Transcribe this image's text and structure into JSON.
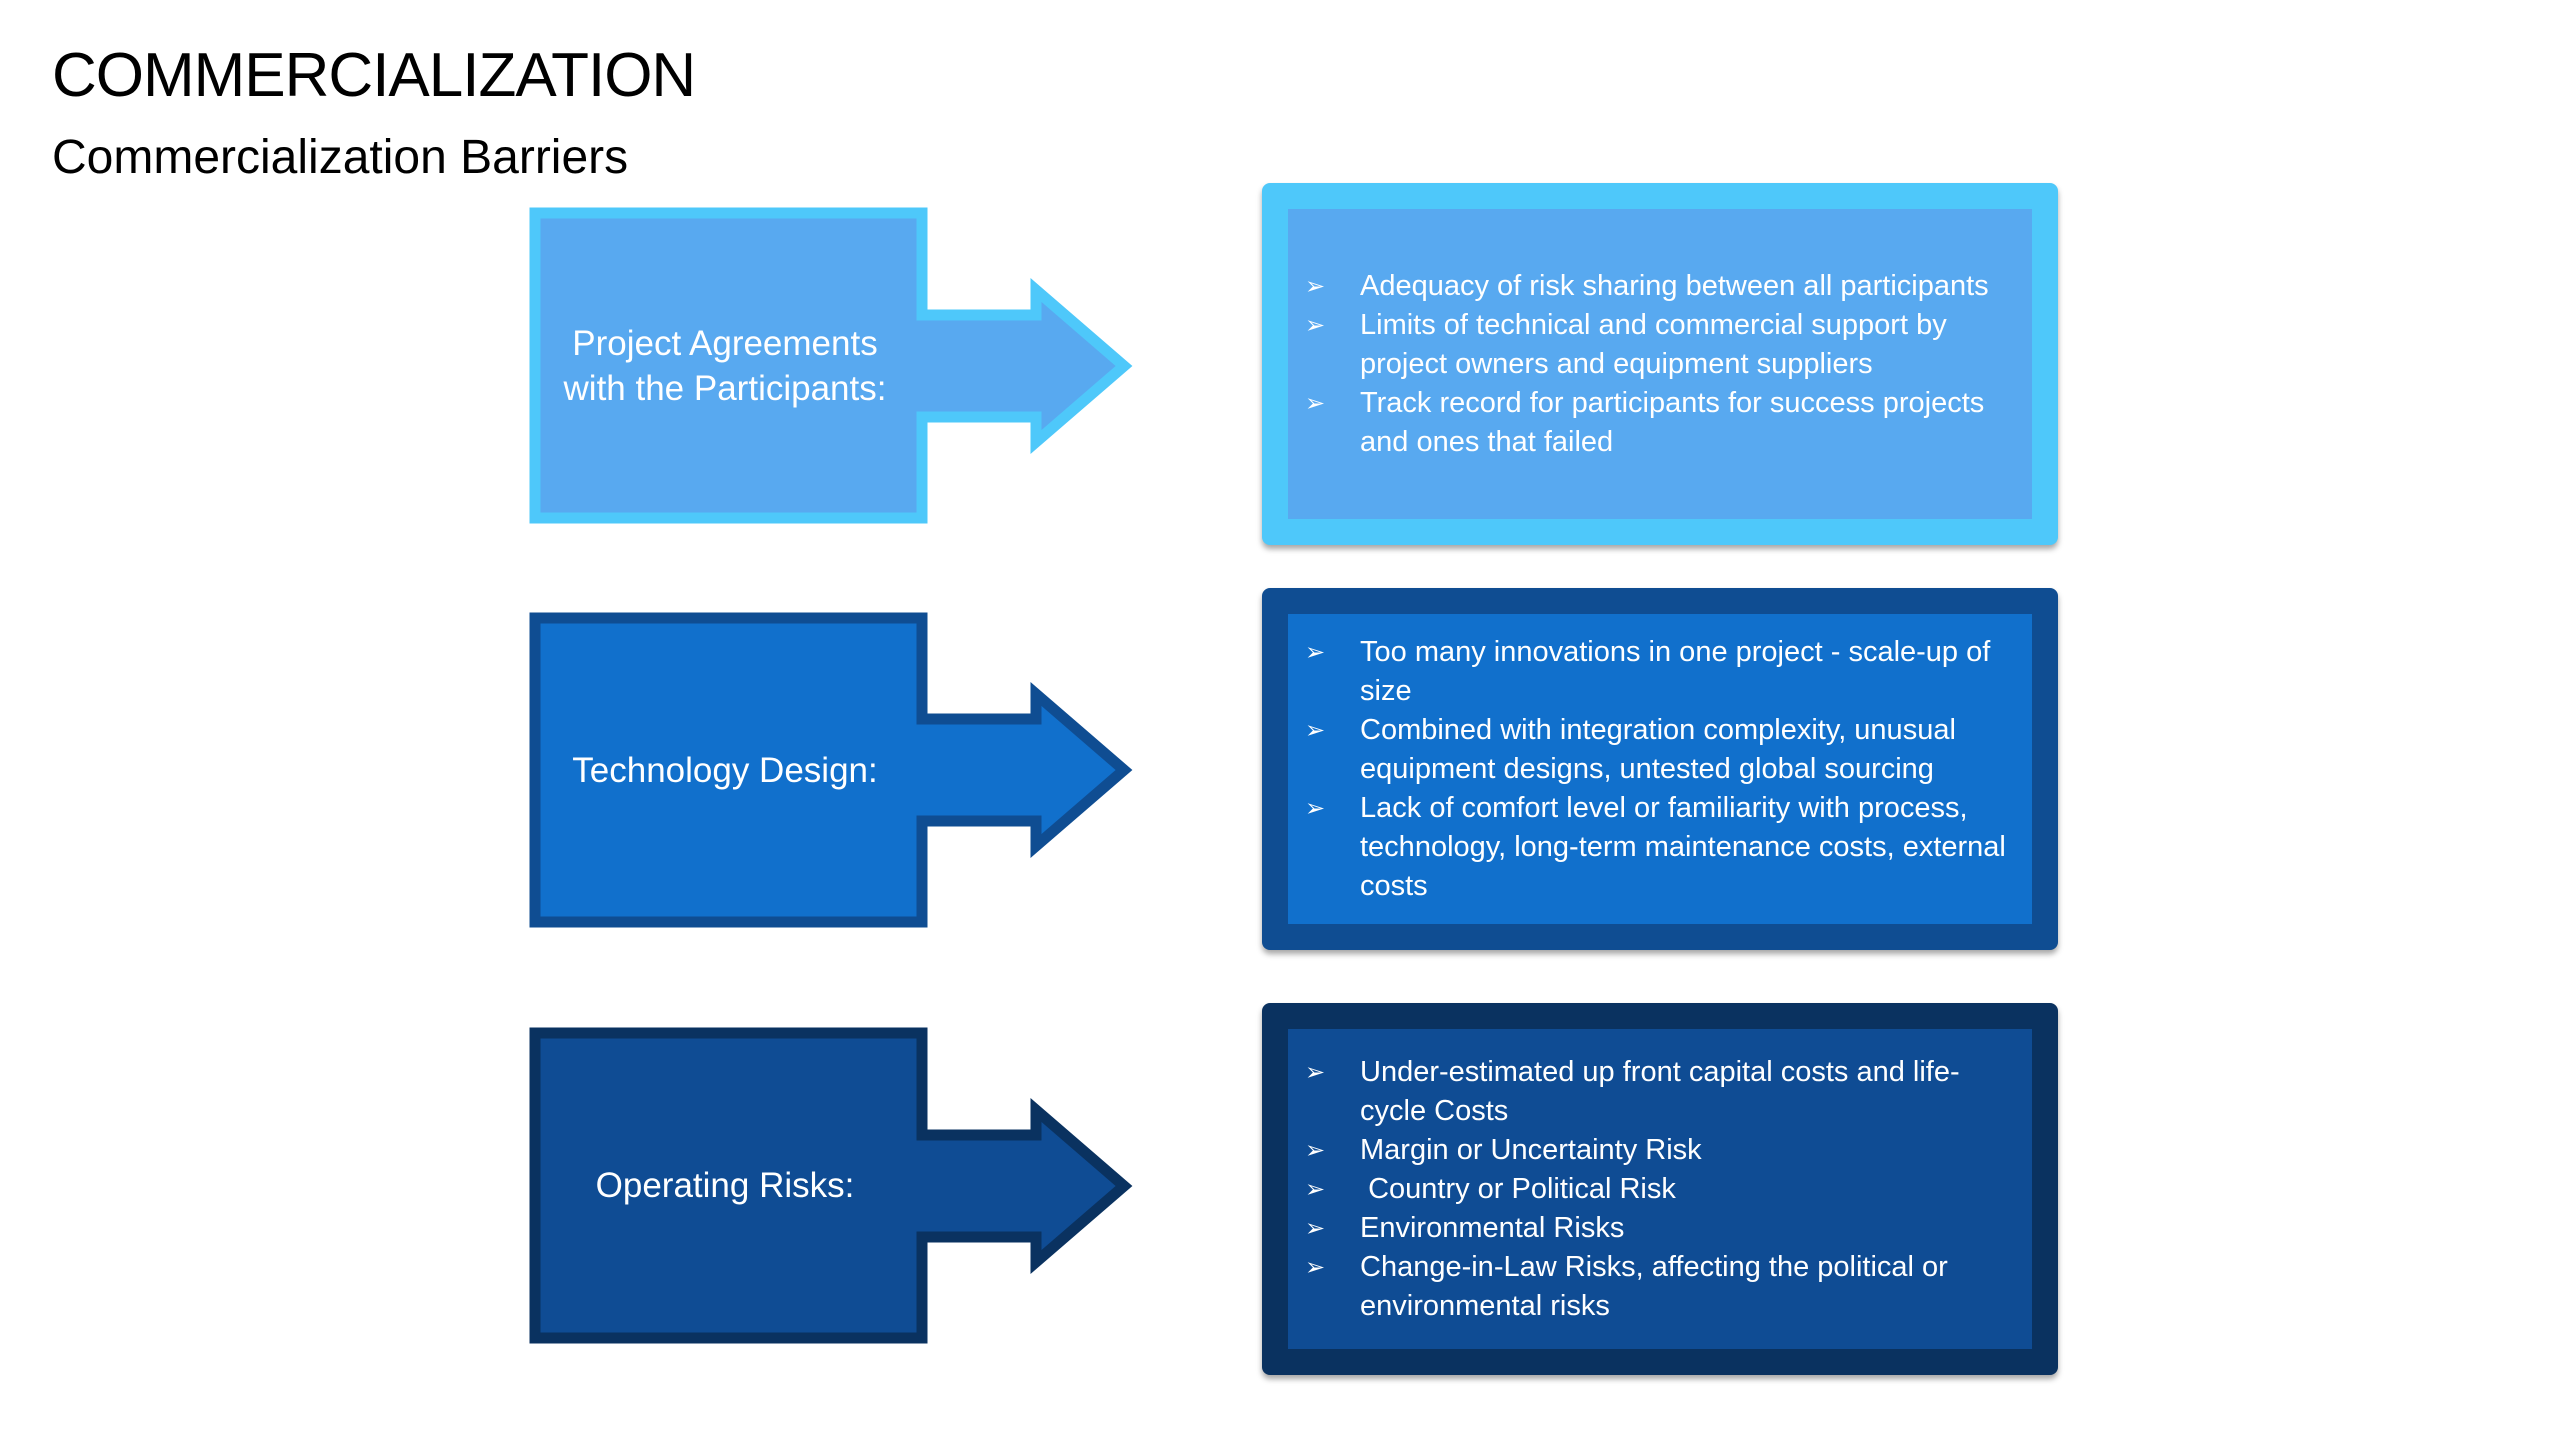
{
  "header": {
    "title": "COMMERCIALIZATION",
    "subtitle": "Commercialization Barriers"
  },
  "rows": [
    {
      "label": "Project Agreements with the Participants:",
      "colors": {
        "border": "#4ec8fa",
        "fill": "#58a9f0",
        "panel_outer": "#4ec8fa",
        "panel_inner": "#58a9f0"
      },
      "bullets": [
        "Adequacy of risk sharing between all participants",
        "Limits of technical and commercial support by project owners and equipment suppliers",
        "Track record for participants for success projects and ones that failed"
      ]
    },
    {
      "label": "Technology Design:",
      "colors": {
        "border": "#0f4d92",
        "fill": "#1170cc",
        "panel_outer": "#0f4d92",
        "panel_inner": "#1170cc"
      },
      "bullets": [
        "Too many innovations in one project - scale-up of size",
        "Combined with integration complexity, unusual equipment designs, untested global sourcing",
        "Lack of comfort level or familiarity with process, technology, long-term maintenance costs, external costs"
      ]
    },
    {
      "label": "Operating Risks:",
      "colors": {
        "border": "#0a3260",
        "fill": "#0f4c94",
        "panel_outer": "#0a3260",
        "panel_inner": "#0f4c94"
      },
      "bullets": [
        "Under-estimated up front capital costs and life-cycle Costs",
        "Margin or Uncertainty Risk",
        " Country or Political Risk",
        "Environmental Risks",
        "Change-in-Law Risks, affecting the political or environmental risks"
      ]
    }
  ],
  "bullet_icon": "arrowhead-bullet-icon",
  "bullet_glyph": "➢"
}
